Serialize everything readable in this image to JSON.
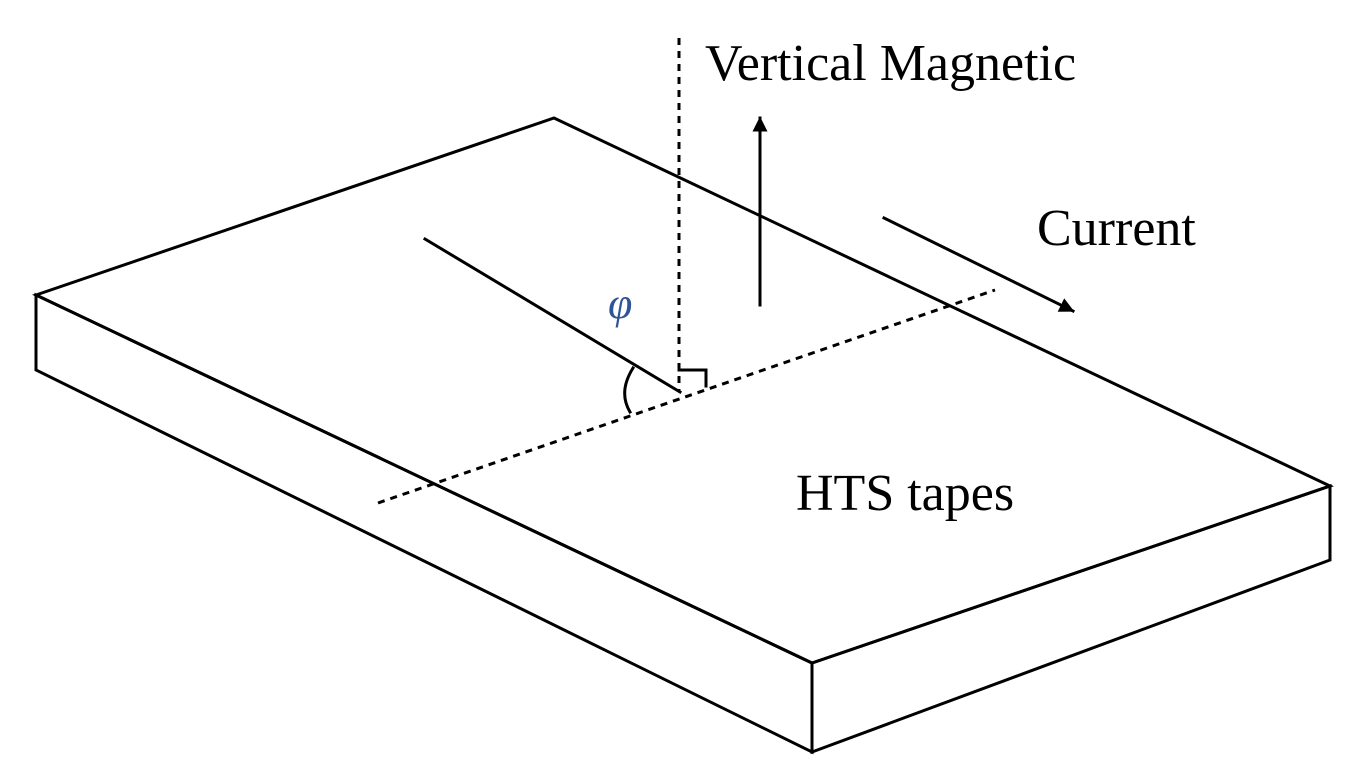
{
  "labels": {
    "field": "Vertical Magnetic",
    "current": "Current",
    "tape": "HTS tapes",
    "angle": "φ"
  },
  "colors": {
    "line": "#000000",
    "angle_symbol": "#2f5597",
    "background": "#ffffff"
  }
}
